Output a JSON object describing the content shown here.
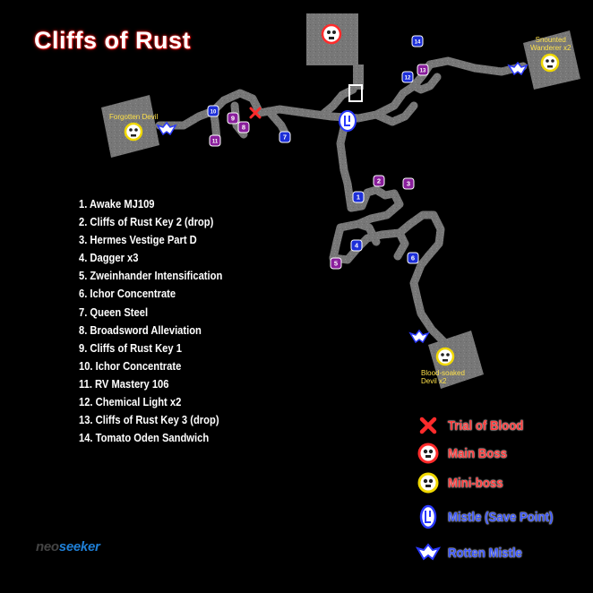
{
  "title": "Cliffs of Rust",
  "items": [
    "1. Awake MJ109",
    "2. Cliffs of Rust Key 2 (drop)",
    "3. Hermes Vestige Part D",
    "4. Dagger x3",
    "5. Zweinhander Intensification",
    "6. Ichor Concentrate",
    "7. Queen Steel",
    "8. Broadsword Alleviation",
    "9. Cliffs of Rust Key 1",
    "10. Ichor Concentrate",
    "11. RV Mastery 106",
    "12. Chemical Light x2",
    "13. Cliffs of Rust Key 3 (drop)",
    "14. Tomato Oden Sandwich"
  ],
  "markers": [
    {
      "num": "1",
      "kind": "blue"
    },
    {
      "num": "2",
      "kind": "purple"
    },
    {
      "num": "3",
      "kind": "purple"
    },
    {
      "num": "4",
      "kind": "blue"
    },
    {
      "num": "5",
      "kind": "purple"
    },
    {
      "num": "6",
      "kind": "blue"
    },
    {
      "num": "7",
      "kind": "blue"
    },
    {
      "num": "8",
      "kind": "purple"
    },
    {
      "num": "9",
      "kind": "purple"
    },
    {
      "num": "10",
      "kind": "blue"
    },
    {
      "num": "11",
      "kind": "purple"
    },
    {
      "num": "12",
      "kind": "blue"
    },
    {
      "num": "13",
      "kind": "purple"
    },
    {
      "num": "14",
      "kind": "blue"
    }
  ],
  "bosses": {
    "forgotten_devil": "Forgotten Devil",
    "snounted_wanderer": "Snounted\nWanderer x2",
    "blood_soaked_devil": "Blood-soaked\nDevil x2"
  },
  "legend": {
    "trial": "Trial of Blood",
    "main_boss": "Main Boss",
    "mini_boss": "Mini-boss",
    "mistle": "Mistle (Save Point)",
    "rotten_mistle": "Rotten Mistle"
  },
  "colors": {
    "path": "#7a7a7a",
    "blue_marker": "#1d2fd8",
    "purple_marker": "#8a1f9c",
    "trial_red": "#ff2b2b",
    "legend_red": "#ff3b3b",
    "legend_blue": "#3a56ff"
  },
  "watermark": {
    "brand_prefix": "neo",
    "brand_suffix": "seeker"
  }
}
